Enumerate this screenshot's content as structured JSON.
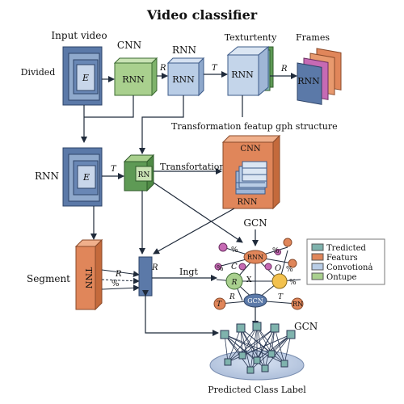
{
  "title": "Video classifier",
  "labels": {
    "input_video": "Input video",
    "cnn_top": "CNN",
    "rnn_top": "RNN",
    "texturenty": "Texturtenty",
    "frames": "Frames",
    "divided": "Divided",
    "transformation_structure": "Transformation featup gph structure",
    "rnn_left": "RNN",
    "transformation": "Transfortation",
    "segment": "Segment",
    "gcn_top": "GCN",
    "ingt": "Ingt",
    "gcn_right": "GCN",
    "predicted_class_label": "Predicted Class Label"
  },
  "box_text": {
    "input_e": "E",
    "cnn_box": "RNN",
    "rnn_box": "RNN",
    "texture_box": "RNN",
    "frames_box": "RNN",
    "rnn_left_e": "E",
    "rn_small": "RN",
    "orange_cnn": "CNN",
    "orange_rnn": "RNN",
    "segment_box": "TNN",
    "graph_rnn": "RNN",
    "graph_gcn": "GCN",
    "graph_r": "R",
    "graph_c": "C",
    "graph_o": "O",
    "graph_x": "X",
    "graph_t": "T",
    "graph_rn": "RN"
  },
  "edge_labels": {
    "r1": "R",
    "t1": "T",
    "r2": "R",
    "t2": "T",
    "r_seg": "R",
    "pct_seg": "%",
    "r_bar": "R",
    "pct1": "%",
    "pct2": "%",
    "pct3": "%",
    "pct4": "%",
    "pct5": "%",
    "r_graph": "R",
    "t_graph": "T"
  },
  "legend": [
    {
      "label": "Tredicted",
      "color": "#7fb3ad"
    },
    {
      "label": "Featurs",
      "color": "#e0865a"
    },
    {
      "label": "Convotiona̍",
      "color": "#b9cde6"
    },
    {
      "label": "Ontupe",
      "color": "#a9d08e"
    }
  ],
  "colors": {
    "blue_dark": "#5b79a8",
    "blue_light": "#b9cde6",
    "green": "#a9d08e",
    "green_dark": "#5e9a55",
    "orange": "#e0865a",
    "teal": "#7fb3ad",
    "yellow": "#f2c14e",
    "purple": "#c66ab4"
  }
}
